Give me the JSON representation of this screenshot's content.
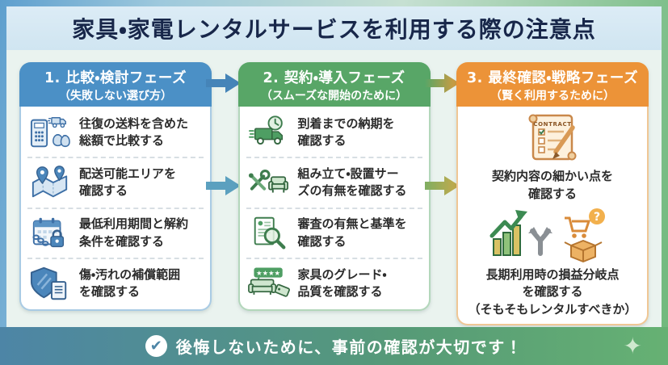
{
  "title": "家具・家電レンタルサービスを利用する際の注意点",
  "phases": [
    {
      "number_title": "1. 比較・検討フェーズ",
      "subtitle": "（失敗しない選び方）",
      "accent": "#4b90c6",
      "items": [
        {
          "icon": "calculator-truck-money-icon",
          "line1": "往復の送料を含めた",
          "line2": "総額で比較する"
        },
        {
          "icon": "map-pins-icon",
          "line1": "配送可能エリアを",
          "line2": "確認する"
        },
        {
          "icon": "calendar-lock-icon",
          "line1": "最低利用期間と解約",
          "line2": "条件を確認する"
        },
        {
          "icon": "shield-document-icon",
          "line1": "傷・汚れの補償範囲",
          "line2": "を確認する"
        }
      ]
    },
    {
      "number_title": "2. 契約・導入フェーズ",
      "subtitle": "（スムーズな開始のために）",
      "accent": "#58a667",
      "items": [
        {
          "icon": "truck-clock-icon",
          "line1": "到着までの納期を",
          "line2": "確認する"
        },
        {
          "icon": "tools-sofa-icon",
          "line1": "組み立て・設置サー",
          "line2": "ズの有無を確認する"
        },
        {
          "icon": "document-magnifier-icon",
          "line1": "審査の有無と基準を",
          "line2": "確認する"
        },
        {
          "icon": "sofa-rating-tag-icon",
          "line1": "家具のグレード・",
          "line2": "品質を確認する"
        }
      ]
    },
    {
      "number_title": "3. 最終確認・戦略フェーズ",
      "subtitle": "（賢く利用するために）",
      "accent": "#ec9338",
      "contract_label": "CONTRACT",
      "items": [
        {
          "icon": "contract-pen-icon",
          "line1": "契約内容の細かい点を",
          "line2": "確認する"
        },
        {
          "icon": "chart-fork-cart-box-icon",
          "line1": "長期利用時の損益分岐点",
          "line2": "を確認する",
          "line3": "（そもそもレンタルすべきか）"
        }
      ]
    }
  ],
  "footer": {
    "message": "後悔しないために、事前の確認が大切です！",
    "icon": "check-circle-icon"
  },
  "colors": {
    "phase1": "#4b90c6",
    "phase2": "#58a667",
    "phase3": "#ec9338",
    "footer_left": "#4d85a6",
    "footer_right": "#66b173"
  }
}
